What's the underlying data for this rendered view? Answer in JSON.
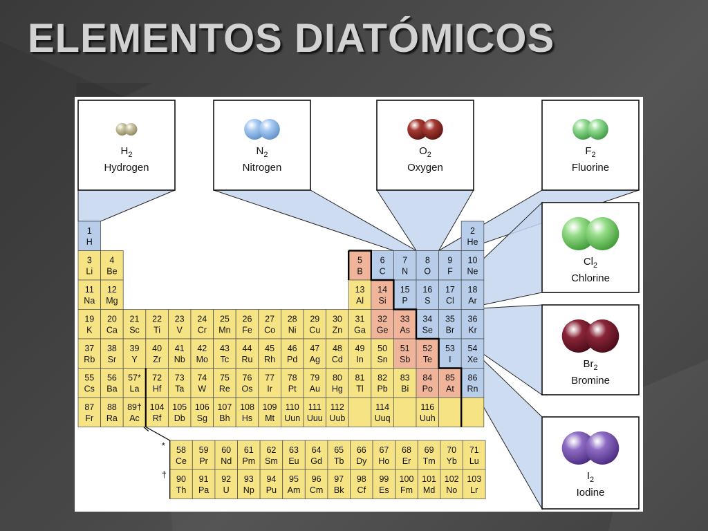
{
  "title": "ELEMENTOS DIATÓMICOS",
  "colors": {
    "nonmetal_blue": "#b7cde9",
    "metalloid_pink": "#f0b49a",
    "metal_yellow": "#f6e384",
    "callout_blue": "#c5d6ee"
  },
  "callouts": [
    {
      "name": "hydrogen",
      "formula": "H",
      "sub": "2",
      "label": "Hydrogen",
      "color": "#cdc7a5",
      "dark": "#8a8460"
    },
    {
      "name": "nitrogen",
      "formula": "N",
      "sub": "2",
      "label": "Nitrogen",
      "color": "#a9ccf2",
      "dark": "#5f8fc8"
    },
    {
      "name": "oxygen",
      "formula": "O",
      "sub": "2",
      "label": "Oxygen",
      "color": "#a63a33",
      "dark": "#5e1512"
    },
    {
      "name": "fluorine",
      "formula": "F",
      "sub": "2",
      "label": "Fluorine",
      "color": "#96dc96",
      "dark": "#3e9a42"
    },
    {
      "name": "chlorine",
      "formula": "Cl",
      "sub": "2",
      "label": "Chlorine",
      "color": "#96dc88",
      "dark": "#3e9a36"
    },
    {
      "name": "bromine",
      "formula": "Br",
      "sub": "2",
      "label": "Bromine",
      "color": "#8a2538",
      "dark": "#4a0c18"
    },
    {
      "name": "iodine",
      "formula": "I",
      "sub": "2",
      "label": "Iodine",
      "color": "#8e6cc4",
      "dark": "#4a2a80"
    }
  ],
  "series_marks": [
    "*",
    "†"
  ],
  "elements": [
    {
      "n": "1",
      "s": "H",
      "c": "b"
    },
    {
      "n": "2",
      "s": "He",
      "c": "b"
    },
    {
      "n": "3",
      "s": "Li",
      "c": "y"
    },
    {
      "n": "4",
      "s": "Be",
      "c": "y"
    },
    {
      "n": "5",
      "s": "B",
      "c": "p"
    },
    {
      "n": "6",
      "s": "C",
      "c": "b"
    },
    {
      "n": "7",
      "s": "N",
      "c": "b"
    },
    {
      "n": "8",
      "s": "O",
      "c": "b"
    },
    {
      "n": "9",
      "s": "F",
      "c": "b"
    },
    {
      "n": "10",
      "s": "Ne",
      "c": "b"
    },
    {
      "n": "11",
      "s": "Na",
      "c": "y"
    },
    {
      "n": "12",
      "s": "Mg",
      "c": "y"
    },
    {
      "n": "13",
      "s": "Al",
      "c": "y"
    },
    {
      "n": "14",
      "s": "Si",
      "c": "p"
    },
    {
      "n": "15",
      "s": "P",
      "c": "b"
    },
    {
      "n": "16",
      "s": "S",
      "c": "b"
    },
    {
      "n": "17",
      "s": "Cl",
      "c": "b"
    },
    {
      "n": "18",
      "s": "Ar",
      "c": "b"
    },
    {
      "n": "19",
      "s": "K",
      "c": "y"
    },
    {
      "n": "20",
      "s": "Ca",
      "c": "y"
    },
    {
      "n": "21",
      "s": "Sc",
      "c": "y"
    },
    {
      "n": "22",
      "s": "Ti",
      "c": "y"
    },
    {
      "n": "23",
      "s": "V",
      "c": "y"
    },
    {
      "n": "24",
      "s": "Cr",
      "c": "y"
    },
    {
      "n": "25",
      "s": "Mn",
      "c": "y"
    },
    {
      "n": "26",
      "s": "Fe",
      "c": "y"
    },
    {
      "n": "27",
      "s": "Co",
      "c": "y"
    },
    {
      "n": "28",
      "s": "Ni",
      "c": "y"
    },
    {
      "n": "29",
      "s": "Cu",
      "c": "y"
    },
    {
      "n": "30",
      "s": "Zn",
      "c": "y"
    },
    {
      "n": "31",
      "s": "Ga",
      "c": "y"
    },
    {
      "n": "32",
      "s": "Ge",
      "c": "p"
    },
    {
      "n": "33",
      "s": "As",
      "c": "p"
    },
    {
      "n": "34",
      "s": "Se",
      "c": "b"
    },
    {
      "n": "35",
      "s": "Br",
      "c": "b"
    },
    {
      "n": "36",
      "s": "Kr",
      "c": "b"
    },
    {
      "n": "37",
      "s": "Rb",
      "c": "y"
    },
    {
      "n": "38",
      "s": "Sr",
      "c": "y"
    },
    {
      "n": "39",
      "s": "Y",
      "c": "y"
    },
    {
      "n": "40",
      "s": "Zr",
      "c": "y"
    },
    {
      "n": "41",
      "s": "Nb",
      "c": "y"
    },
    {
      "n": "42",
      "s": "Mo",
      "c": "y"
    },
    {
      "n": "43",
      "s": "Tc",
      "c": "y"
    },
    {
      "n": "44",
      "s": "Ru",
      "c": "y"
    },
    {
      "n": "45",
      "s": "Rh",
      "c": "y"
    },
    {
      "n": "46",
      "s": "Pd",
      "c": "y"
    },
    {
      "n": "47",
      "s": "Ag",
      "c": "y"
    },
    {
      "n": "48",
      "s": "Cd",
      "c": "y"
    },
    {
      "n": "49",
      "s": "In",
      "c": "y"
    },
    {
      "n": "50",
      "s": "Sn",
      "c": "y"
    },
    {
      "n": "51",
      "s": "Sb",
      "c": "p"
    },
    {
      "n": "52",
      "s": "Te",
      "c": "p"
    },
    {
      "n": "53",
      "s": "I",
      "c": "b"
    },
    {
      "n": "54",
      "s": "Xe",
      "c": "b"
    },
    {
      "n": "55",
      "s": "Cs",
      "c": "y"
    },
    {
      "n": "56",
      "s": "Ba",
      "c": "y"
    },
    {
      "n": "57*",
      "s": "La",
      "c": "y"
    },
    {
      "n": "72",
      "s": "Hf",
      "c": "y"
    },
    {
      "n": "73",
      "s": "Ta",
      "c": "y"
    },
    {
      "n": "74",
      "s": "W",
      "c": "y"
    },
    {
      "n": "75",
      "s": "Re",
      "c": "y"
    },
    {
      "n": "76",
      "s": "Os",
      "c": "y"
    },
    {
      "n": "77",
      "s": "Ir",
      "c": "y"
    },
    {
      "n": "78",
      "s": "Pt",
      "c": "y"
    },
    {
      "n": "79",
      "s": "Au",
      "c": "y"
    },
    {
      "n": "80",
      "s": "Hg",
      "c": "y"
    },
    {
      "n": "81",
      "s": "Tl",
      "c": "y"
    },
    {
      "n": "82",
      "s": "Pb",
      "c": "y"
    },
    {
      "n": "83",
      "s": "Bi",
      "c": "y"
    },
    {
      "n": "84",
      "s": "Po",
      "c": "p"
    },
    {
      "n": "85",
      "s": "At",
      "c": "p"
    },
    {
      "n": "86",
      "s": "Rn",
      "c": "b"
    },
    {
      "n": "87",
      "s": "Fr",
      "c": "y"
    },
    {
      "n": "88",
      "s": "Ra",
      "c": "y"
    },
    {
      "n": "89†",
      "s": "Ac",
      "c": "y"
    },
    {
      "n": "104",
      "s": "Rf",
      "c": "y"
    },
    {
      "n": "105",
      "s": "Db",
      "c": "y"
    },
    {
      "n": "106",
      "s": "Sg",
      "c": "y"
    },
    {
      "n": "107",
      "s": "Bh",
      "c": "y"
    },
    {
      "n": "108",
      "s": "Hs",
      "c": "y"
    },
    {
      "n": "109",
      "s": "Mt",
      "c": "y"
    },
    {
      "n": "110",
      "s": "Uun",
      "c": "y"
    },
    {
      "n": "111",
      "s": "Uuu",
      "c": "y"
    },
    {
      "n": "112",
      "s": "Uub",
      "c": "y"
    },
    {
      "n": "",
      "s": "",
      "c": "y"
    },
    {
      "n": "114",
      "s": "Uuq",
      "c": "y"
    },
    {
      "n": "",
      "s": "",
      "c": "y"
    },
    {
      "n": "116",
      "s": "Uuh",
      "c": "y"
    },
    {
      "n": "",
      "s": "",
      "c": "y"
    },
    {
      "n": "",
      "s": "",
      "c": "y"
    },
    {
      "n": "58",
      "s": "Ce",
      "c": "y"
    },
    {
      "n": "59",
      "s": "Pr",
      "c": "y"
    },
    {
      "n": "60",
      "s": "Nd",
      "c": "y"
    },
    {
      "n": "61",
      "s": "Pm",
      "c": "y"
    },
    {
      "n": "62",
      "s": "Sm",
      "c": "y"
    },
    {
      "n": "63",
      "s": "Eu",
      "c": "y"
    },
    {
      "n": "64",
      "s": "Gd",
      "c": "y"
    },
    {
      "n": "65",
      "s": "Tb",
      "c": "y"
    },
    {
      "n": "66",
      "s": "Dy",
      "c": "y"
    },
    {
      "n": "67",
      "s": "Ho",
      "c": "y"
    },
    {
      "n": "68",
      "s": "Er",
      "c": "y"
    },
    {
      "n": "69",
      "s": "Tm",
      "c": "y"
    },
    {
      "n": "70",
      "s": "Yb",
      "c": "y"
    },
    {
      "n": "71",
      "s": "Lu",
      "c": "y"
    },
    {
      "n": "90",
      "s": "Th",
      "c": "y"
    },
    {
      "n": "91",
      "s": "Pa",
      "c": "y"
    },
    {
      "n": "92",
      "s": "U",
      "c": "y"
    },
    {
      "n": "93",
      "s": "Np",
      "c": "y"
    },
    {
      "n": "94",
      "s": "Pu",
      "c": "y"
    },
    {
      "n": "95",
      "s": "Am",
      "c": "y"
    },
    {
      "n": "96",
      "s": "Cm",
      "c": "y"
    },
    {
      "n": "97",
      "s": "Bk",
      "c": "y"
    },
    {
      "n": "98",
      "s": "Cf",
      "c": "y"
    },
    {
      "n": "99",
      "s": "Es",
      "c": "y"
    },
    {
      "n": "100",
      "s": "Fm",
      "c": "y"
    },
    {
      "n": "101",
      "s": "Md",
      "c": "y"
    },
    {
      "n": "102",
      "s": "No",
      "c": "y"
    },
    {
      "n": "103",
      "s": "Lr",
      "c": "y"
    }
  ]
}
